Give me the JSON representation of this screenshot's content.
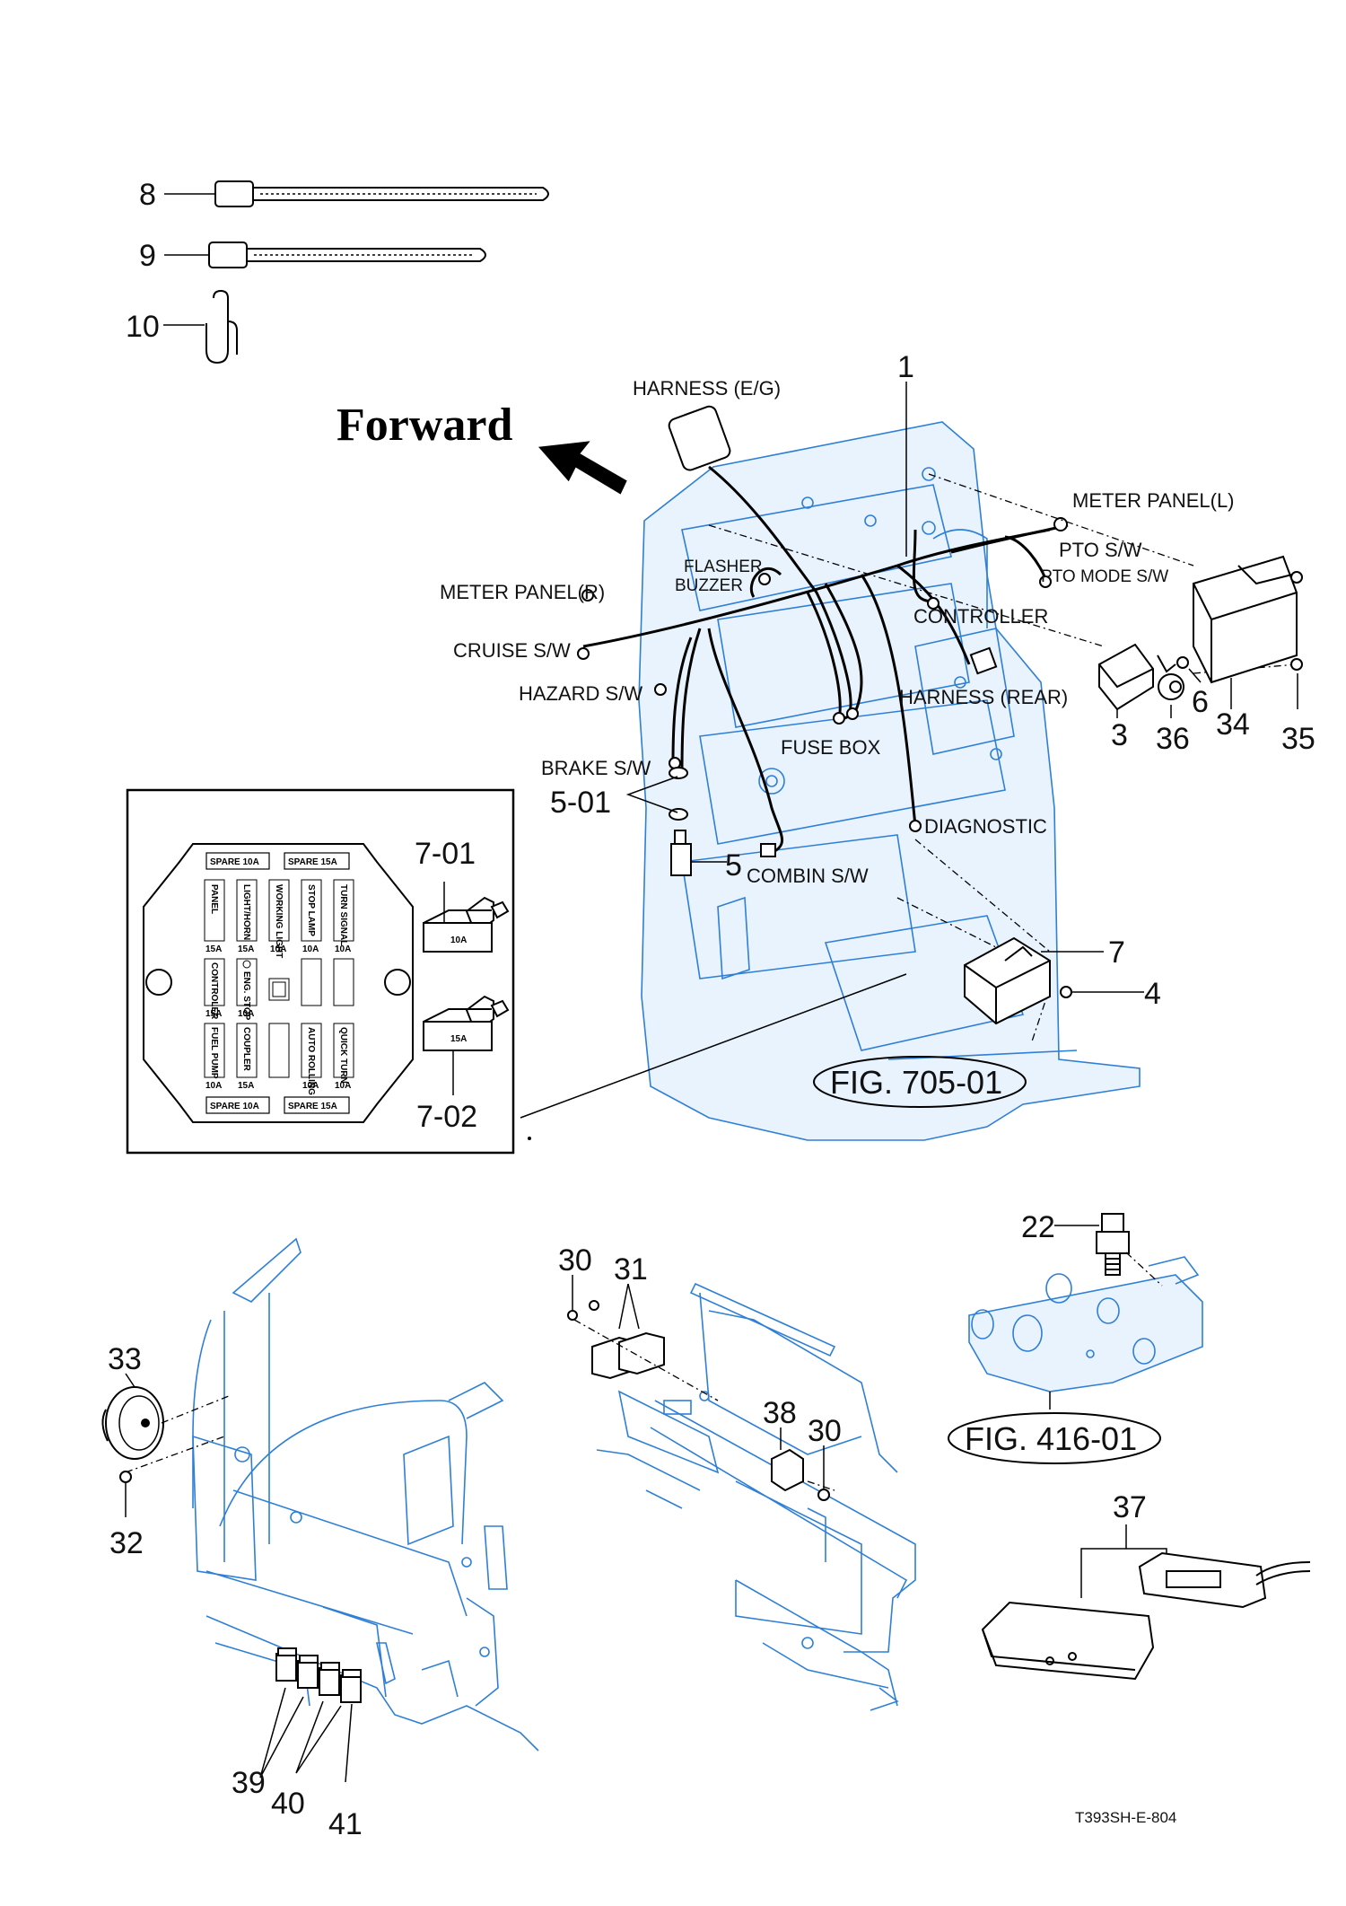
{
  "forward_label": "Forward",
  "callouts": {
    "c8": "8",
    "c9": "9",
    "c10": "10",
    "c1": "1",
    "c3": "3",
    "c36": "36",
    "c6": "6",
    "c34": "34",
    "c35": "35",
    "c5_01": "5-01",
    "c5": "5",
    "c7": "7",
    "c4": "4",
    "c7_01": "7-01",
    "c7_02": "7-02",
    "c22": "22",
    "c30a": "30",
    "c31": "31",
    "c38": "38",
    "c30b": "30",
    "c33": "33",
    "c32": "32",
    "c37": "37",
    "c39": "39",
    "c40": "40",
    "c41": "41"
  },
  "labels": {
    "harness_eg": "HARNESS (E/G)",
    "meter_panel_l": "METER PANEL(L)",
    "pto_sw": "PTO S/W",
    "pto_mode_sw": "PTO MODE S/W",
    "flasher": "FLASHER",
    "buzzer": "BUZZER",
    "meter_panel_r": "METER PANEL(R)",
    "controller": "CONTROLLER",
    "cruise_sw": "CRUISE S/W",
    "hazard_sw": "HAZARD S/W",
    "harness_rear": "HARNESS (REAR)",
    "fuse_box": "FUSE BOX",
    "brake_sw": "BRAKE S/W",
    "diagnostic": "DIAGNOSTIC",
    "combin_sw": "COMBIN S/W"
  },
  "figure_refs": {
    "fig705": "FIG. 705-01",
    "fig416": "FIG. 416-01"
  },
  "fuse_box_panel": {
    "top_spare_left": "SPARE 10A",
    "top_spare_right": "SPARE 15A",
    "bottom_spare_left": "SPARE 10A",
    "bottom_spare_right": "SPARE 15A",
    "fuses": [
      {
        "name": "PANEL",
        "amp": "15A"
      },
      {
        "name": "LIGHT/HORN",
        "amp": "15A"
      },
      {
        "name": "WORKING LIGHT",
        "amp": "10A"
      },
      {
        "name": "STOP LAMP",
        "amp": "10A"
      },
      {
        "name": "TURN SIGNAL",
        "amp": "10A"
      },
      {
        "name": "CONTROLER",
        "amp": "15A"
      },
      {
        "name": "ENG. STOP",
        "amp": "10A"
      },
      {
        "name": "FUEL PUMP",
        "amp": "10A"
      },
      {
        "name": "COUPLER",
        "amp": "15A"
      },
      {
        "name": "AUTO ROLLING",
        "amp": "10A"
      },
      {
        "name": "QUICK TURN",
        "amp": "10A"
      }
    ],
    "fuse_10a_mark": "10A",
    "fuse_15a_mark": "15A"
  },
  "drawing_code": "T393SH-E-804",
  "colors": {
    "frame_line": "#2e7fd6",
    "ink": "#000000"
  }
}
